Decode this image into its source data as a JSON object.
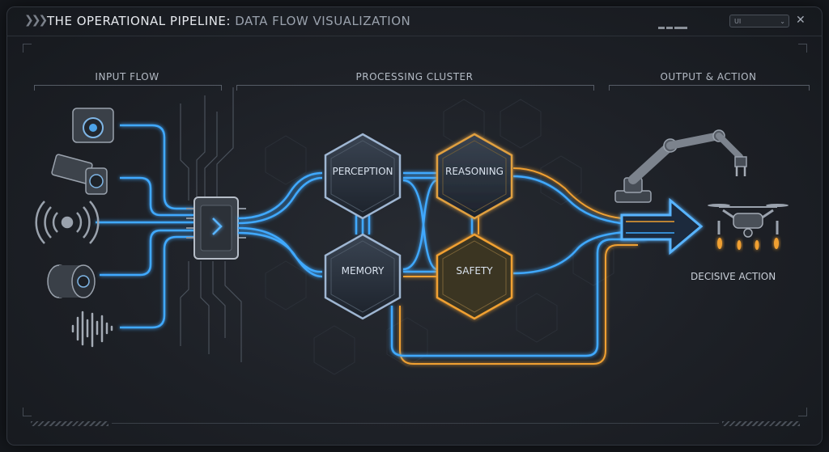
{
  "window": {
    "title_main": "THE OPERATIONAL PIPELINE:",
    "title_sub": "DATA FLOW VISUALIZATION",
    "dropdown_value": "UI"
  },
  "sections": {
    "input": "INPUT FLOW",
    "processing": "PROCESSING CLUSTER",
    "output": "OUTPUT & ACTION"
  },
  "nodes": {
    "perception": "PERCEPTION",
    "reasoning": "REASONING",
    "memory": "MEMORY",
    "safety": "SAFETY"
  },
  "output_label": "DECISIVE ACTION",
  "inputs": [
    "camera-icon",
    "cctv-camera-icon",
    "signal-waves-icon",
    "lens-sensor-icon",
    "audio-waveform-icon"
  ],
  "colors": {
    "blue_flow": "#3fa9ff",
    "orange_flow": "#f0a030",
    "node_border": "#8fa3bd"
  }
}
